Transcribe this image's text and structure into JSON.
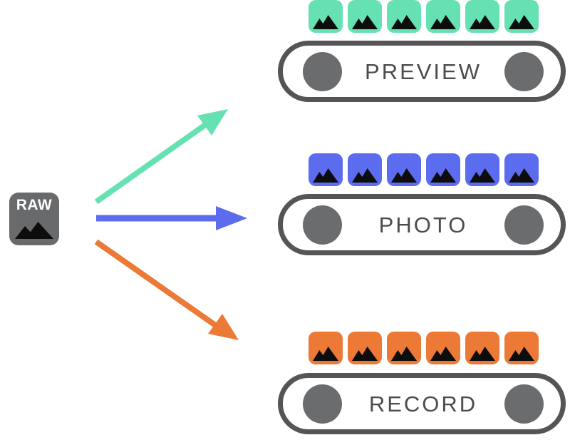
{
  "background": "#ffffff",
  "source": {
    "label": "RAW",
    "box_color": "#696A6C",
    "text_color": "#ffffff",
    "mountain_color": "#0d0d0d"
  },
  "pipeline": {
    "pill_border_color": "#555557",
    "roller_color": "#6B6C6E",
    "label_color": "#4B4C4E"
  },
  "streams": [
    {
      "id": "preview",
      "label": "PREVIEW",
      "color": "#66E2B2",
      "frame_count": 6
    },
    {
      "id": "photo",
      "label": "PHOTO",
      "color": "#5B6CEE",
      "frame_count": 6
    },
    {
      "id": "record",
      "label": "RECORD",
      "color": "#EC7936",
      "frame_count": 6
    }
  ]
}
